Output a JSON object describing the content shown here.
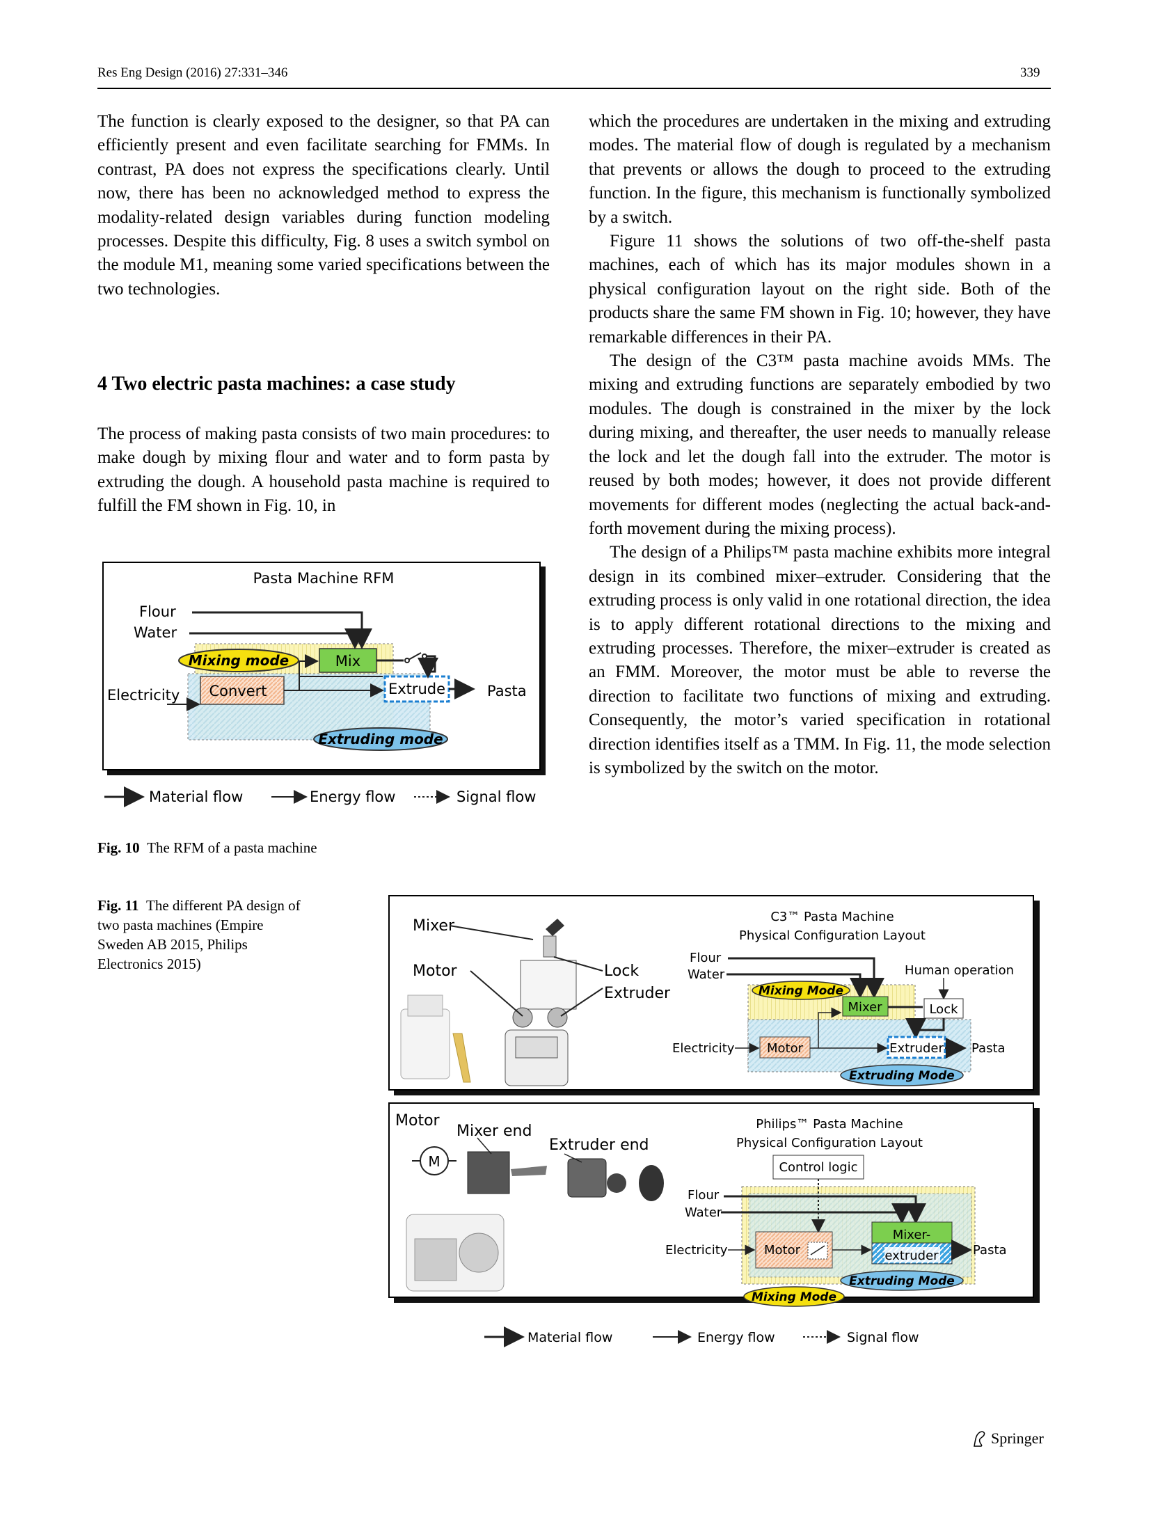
{
  "header": {
    "journal": "Res Eng Design (2016) 27:331–346",
    "page_number": "339"
  },
  "left_column": {
    "para1": "The function is clearly exposed to the designer, so that PA can efficiently present and even facilitate searching for FMMs. In contrast, PA does not express the specifications clearly. Until now, there has been no acknowledged method to express the modality-related design variables during function modeling processes. Despite this difficulty, Fig. 8 uses a switch symbol on the module M1, meaning some varied specifications between the two technologies.",
    "section_heading": "4 Two electric pasta machines: a case study",
    "para2": "The process of making pasta consists of two main procedures: to make dough by mixing flour and water and to form pasta by extruding the dough. A household pasta machine is required to fulfill the FM shown in Fig. 10, in"
  },
  "right_column": {
    "para1": "which the procedures are undertaken in the mixing and extruding modes. The material flow of dough is regulated by a mechanism that prevents or allows the dough to proceed to the extruding function. In the figure, this mechanism is functionally symbolized by a switch.",
    "para2": "Figure 11 shows the solutions of two off-the-shelf pasta machines, each of which has its major modules shown in a physical configuration layout on the right side. Both of the products share the same FM shown in Fig. 10; however, they have remarkable differences in their PA.",
    "para3": "The design of the C3™ pasta machine avoids MMs. The mixing and extruding functions are separately embodied by two modules. The dough is constrained in the mixer by the lock during mixing, and thereafter, the user needs to manually release the lock and let the dough fall into the extruder. The motor is reused by both modes; however, it does not provide different movements for different modes (neglecting the actual back-and-forth movement during the mixing process).",
    "para4": "The design of a Philips™ pasta machine exhibits more integral design in its combined mixer–extruder. Considering that the extruding process is only valid in one rotational direction, the idea is to apply different rotational directions to the mixing and extruding processes. Therefore, the mixer–extruder is created as an FMM. Moreover, the motor must be able to reverse the direction to facilitate two functions of mixing and extruding. Consequently, the motor’s varied specification in rotational direction identifies itself as a TMM. In Fig. 11, the mode selection is symbolized by the switch on the motor."
  },
  "fig10": {
    "title": "Pasta Machine RFM",
    "flour": "Flour",
    "water": "Water",
    "electricity": "Electricity",
    "pasta": "Pasta",
    "mix": "Mix",
    "convert": "Convert",
    "extrude": "Extrude",
    "mixing_mode": "Mixing mode",
    "extruding_mode": "Extruding mode",
    "legend": {
      "material": "Material flow",
      "energy": "Energy flow",
      "signal": "Signal flow"
    },
    "caption_label": "Fig. 10",
    "caption_text": "The RFM of a pasta machine"
  },
  "fig11": {
    "caption_label": "Fig. 11",
    "caption_text": "The different PA design of two pasta machines (Empire Sweden AB 2015, Philips Electronics 2015)",
    "top": {
      "title_line1": "C3™ Pasta Machine",
      "title_line2": "Physical Configuration Layout",
      "mixer_label": "Mixer",
      "motor_label": "Motor",
      "lock_label": "Lock",
      "extruder_label": "Extruder",
      "flour": "Flour",
      "water": "Water",
      "human_operation": "Human operation",
      "mixing_mode": "Mixing Mode",
      "mixer_box": "Mixer",
      "lock_box": "Lock",
      "electricity": "Electricity",
      "motor_box": "Motor",
      "extruder_box": "Extruder",
      "pasta": "Pasta",
      "extruding_mode": "Extruding Mode"
    },
    "bottom": {
      "title_line1": "Philips™ Pasta Machine",
      "title_line2": "Physical Configuration Layout",
      "motor_label": "Motor",
      "mixer_end": "Mixer end",
      "extruder_end": "Extruder end",
      "motor_symbol": "M",
      "control_logic": "Control logic",
      "flour": "Flour",
      "water": "Water",
      "electricity": "Electricity",
      "motor_box": "Motor",
      "mixer_extruder_1": "Mixer-",
      "mixer_extruder_2": "extruder",
      "pasta": "Pasta",
      "extruding_mode": "Extruding Mode",
      "mixing_mode": "Mixing Mode"
    },
    "legend": {
      "material": "Material flow",
      "energy": "Energy flow",
      "signal": "Signal flow"
    }
  },
  "footer": {
    "publisher": "Springer"
  }
}
